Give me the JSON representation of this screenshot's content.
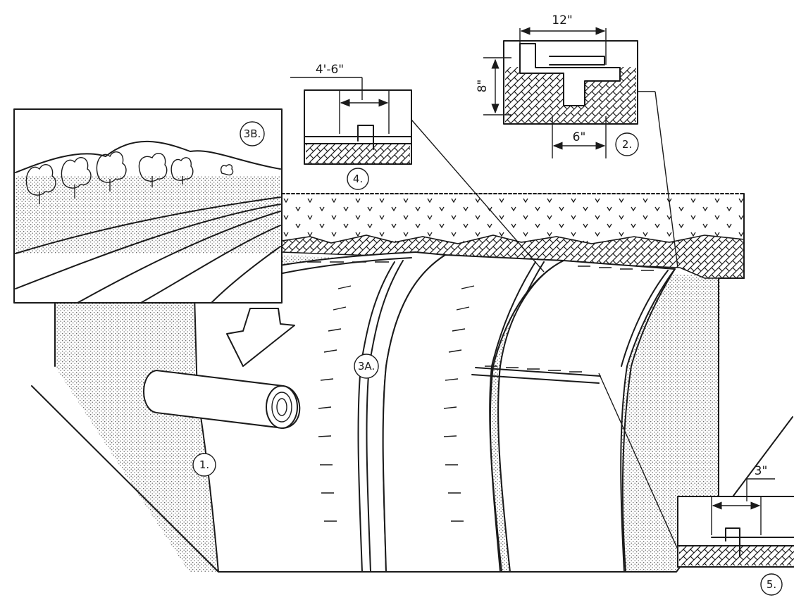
{
  "callouts": {
    "roll": "1.",
    "trench": "2.",
    "blanket": "3A.",
    "vegetation": "3B.",
    "overlap": "4.",
    "seam": "5."
  },
  "dimensions": {
    "trench_width": "12\"",
    "trench_depth": "8\"",
    "trench_bottom": "6\"",
    "overlap_spacing": "4'-6\"",
    "seam_overlap": "3\""
  },
  "colors": {
    "ink": "#1a1a1a",
    "paper": "#ffffff"
  }
}
